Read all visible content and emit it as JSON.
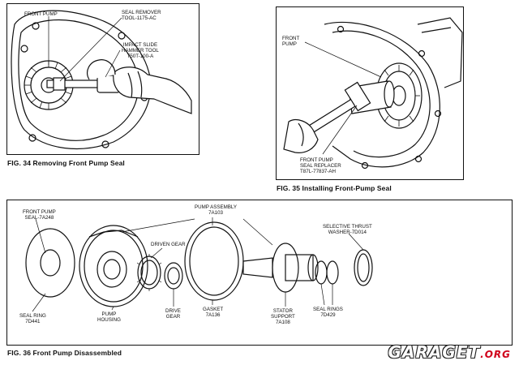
{
  "fig34": {
    "caption": "FIG. 34 Removing Front Pump Seal",
    "front_pump": "FRONT PUMP",
    "seal_remover": [
      "SEAL REMOVER",
      "TOOL-1175-AC"
    ],
    "slide_hammer": [
      "IMPACT SLIDE",
      "HAMMER TOOL",
      "T50T-100-A"
    ]
  },
  "fig35": {
    "caption": "FIG. 35 Installing Front-Pump Seal",
    "front_pump": [
      "FRONT",
      "PUMP"
    ],
    "seal_replacer": [
      "FRONT PUMP",
      "SEAL REPLACER",
      "T87L-77837-AH"
    ]
  },
  "fig36": {
    "caption": "FIG. 36 Front Pump Disassembled",
    "pump_seal": [
      "FRONT PUMP",
      "SEAL-7A248"
    ],
    "pump_assembly": [
      "PUMP ASSEMBLY",
      "7A103"
    ],
    "driven_gear": "DRIVEN GEAR",
    "thrust_washer": [
      "SELECTIVE THRUST",
      "WASHER-7D014"
    ],
    "seal_ring": [
      "SEAL RING",
      "7D441"
    ],
    "pump_housing": [
      "PUMP",
      "HOUSING"
    ],
    "drive_gear": [
      "DRIVE",
      "GEAR"
    ],
    "gasket": [
      "GASKET",
      "7A136"
    ],
    "stator_support": [
      "STATOR",
      "SUPPORT",
      "7A108"
    ],
    "seal_rings": [
      "SEAL RINGS",
      "7D429"
    ]
  },
  "watermark": {
    "main": "GARAGET",
    "ext": ".ORG"
  },
  "colors": {
    "ink": "#111111",
    "background": "#ffffff",
    "watermark_accent": "#d0021b"
  }
}
